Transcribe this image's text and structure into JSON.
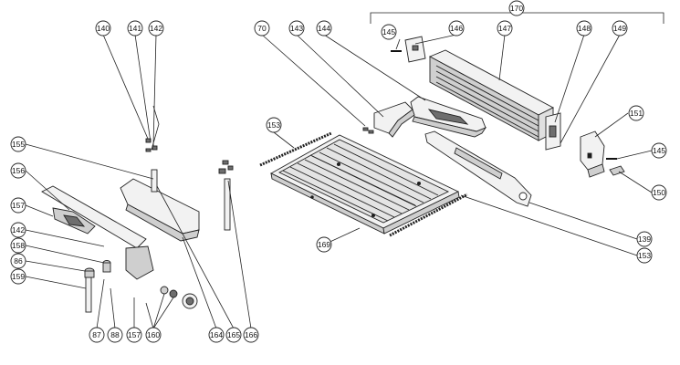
{
  "callouts": [
    {
      "id": "c170",
      "label": "170"
    },
    {
      "id": "c140",
      "label": "140"
    },
    {
      "id": "c141",
      "label": "141"
    },
    {
      "id": "c142a",
      "label": "142"
    },
    {
      "id": "c70",
      "label": "70"
    },
    {
      "id": "c143",
      "label": "143"
    },
    {
      "id": "c144",
      "label": "144"
    },
    {
      "id": "c145a",
      "label": "145"
    },
    {
      "id": "c146",
      "label": "146"
    },
    {
      "id": "c147",
      "label": "147"
    },
    {
      "id": "c148",
      "label": "148"
    },
    {
      "id": "c149",
      "label": "149"
    },
    {
      "id": "c151",
      "label": "151"
    },
    {
      "id": "c145b",
      "label": "145"
    },
    {
      "id": "c150",
      "label": "150"
    },
    {
      "id": "c153a",
      "label": "153"
    },
    {
      "id": "c155",
      "label": "155"
    },
    {
      "id": "c156",
      "label": "156"
    },
    {
      "id": "c157a",
      "label": "157"
    },
    {
      "id": "c142b",
      "label": "142"
    },
    {
      "id": "c158",
      "label": "158"
    },
    {
      "id": "c86",
      "label": "86"
    },
    {
      "id": "c159",
      "label": "159"
    },
    {
      "id": "c87",
      "label": "87"
    },
    {
      "id": "c88",
      "label": "88"
    },
    {
      "id": "c157b",
      "label": "157"
    },
    {
      "id": "c160",
      "label": "160"
    },
    {
      "id": "c164",
      "label": "164"
    },
    {
      "id": "c165",
      "label": "165"
    },
    {
      "id": "c166",
      "label": "166"
    },
    {
      "id": "c169",
      "label": "169"
    },
    {
      "id": "c139",
      "label": "139"
    },
    {
      "id": "c153b",
      "label": "153"
    }
  ]
}
